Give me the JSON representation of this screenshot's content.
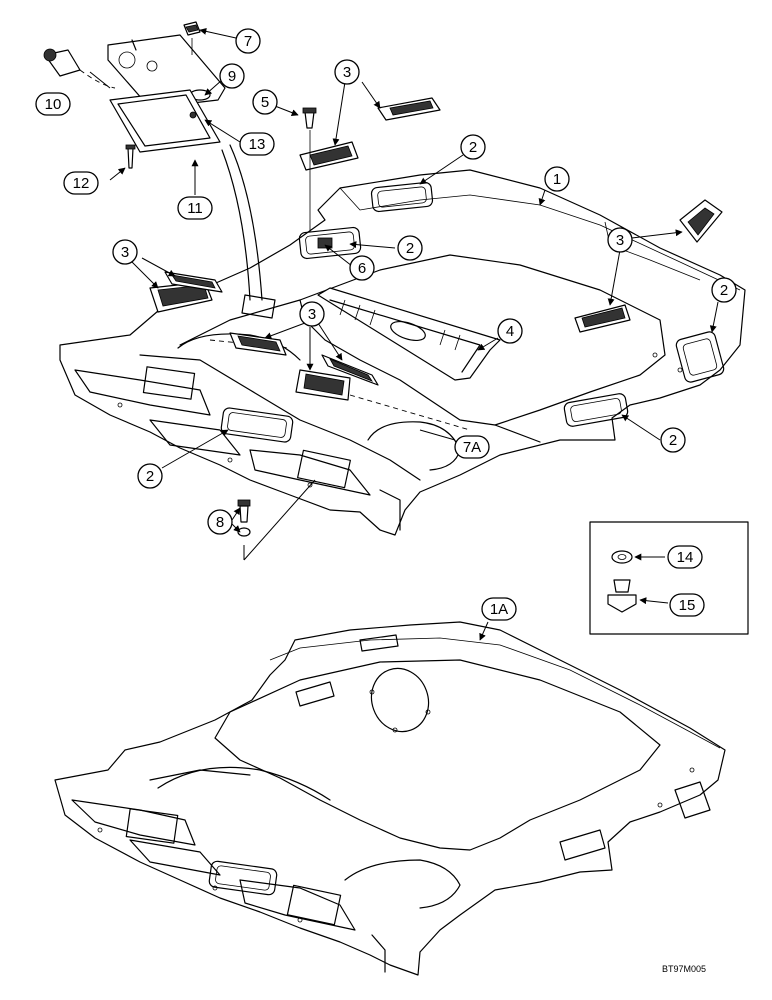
{
  "callouts": {
    "c1": "1",
    "c1a": "1A",
    "c2": "2",
    "c3": "3",
    "c4": "4",
    "c5": "5",
    "c6": "6",
    "c7": "7",
    "c7a": "7A",
    "c8": "8",
    "c9": "9",
    "c10": "10",
    "c11": "11",
    "c12": "12",
    "c13": "13",
    "c14": "14",
    "c15": "15"
  },
  "drawing_code": "BT97M005"
}
